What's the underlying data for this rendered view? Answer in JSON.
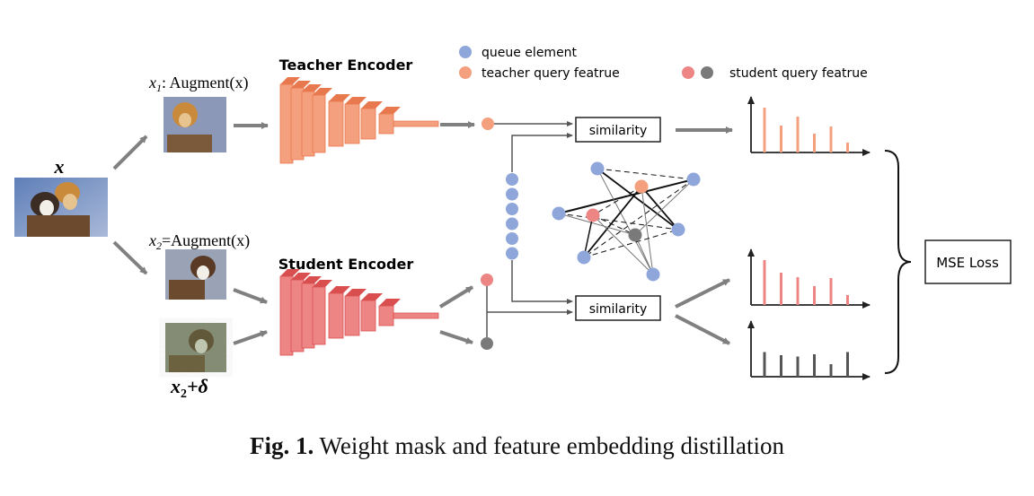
{
  "labels": {
    "x_var": "x",
    "x1": "x",
    "x1_sub": "1",
    "x1_suffix": ": Augment(x)",
    "x2": "x",
    "x2_sub": "2",
    "x2_suffix": "=Augment(x)",
    "x2_delta": "x",
    "x2_delta_sub": "2",
    "x2_delta_suffix": "+δ",
    "teacher_encoder": "Teacher Encoder",
    "student_encoder": "Student Encoder",
    "similarity_top": "similarity",
    "similarity_bottom": "similarity",
    "mse_loss": "MSE Loss"
  },
  "legend": {
    "queue": "queue element",
    "teacher": "teacher  query  featrue",
    "student": "student query featrue"
  },
  "caption": {
    "label": "Fig. 1.",
    "text": "Weight mask and feature embedding distillation"
  },
  "colors": {
    "teacher": "#F4A07E",
    "teacher_dark": "#E8794F",
    "student": "#EE8585",
    "student_dark": "#D94F4F",
    "queue": "#8FA6DA",
    "student_gray": "#7A7A7A",
    "arrow": "#808080"
  },
  "histograms": {
    "teacher": [
      1.0,
      0.6,
      0.8,
      0.42,
      0.58,
      0.22
    ],
    "student": [
      1.0,
      0.72,
      0.62,
      0.42,
      0.6,
      0.22
    ],
    "adversarial": [
      0.55,
      0.48,
      0.45,
      0.5,
      0.28,
      0.55
    ]
  }
}
